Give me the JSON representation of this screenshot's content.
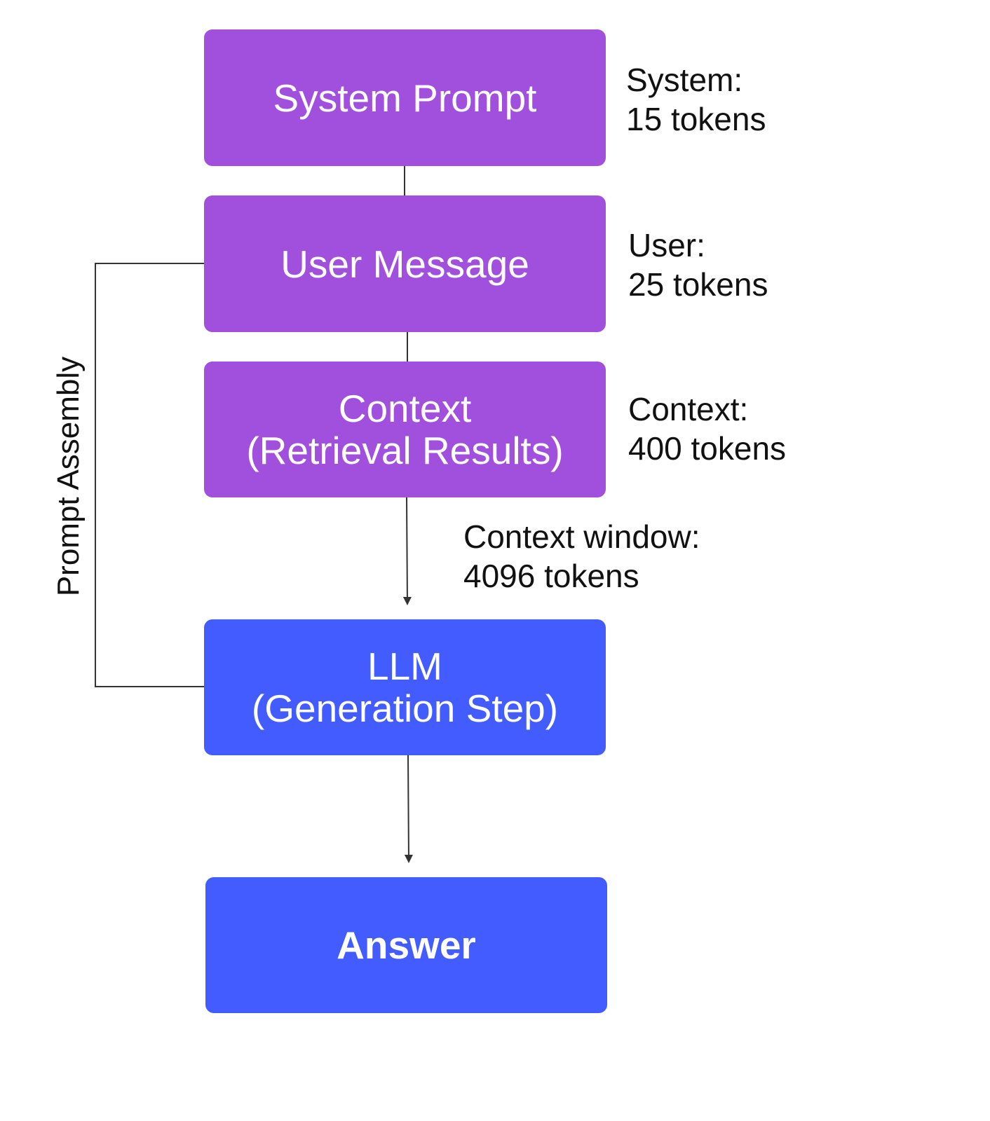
{
  "colors": {
    "prompt_box": "#a050dc",
    "llm_box": "#425cff",
    "lines": "#333333"
  },
  "boxes": {
    "system_prompt": {
      "lines": [
        "System Prompt"
      ]
    },
    "user_message": {
      "lines": [
        "User Message"
      ]
    },
    "context": {
      "lines": [
        "Context",
        "(Retrieval Results)"
      ]
    },
    "llm": {
      "lines": [
        "LLM",
        "(Generation Step)"
      ]
    },
    "answer": {
      "lines": [
        "Answer"
      ]
    }
  },
  "notes": {
    "system": [
      "System:",
      "15 tokens"
    ],
    "user": [
      "User:",
      "25 tokens"
    ],
    "context": [
      "Context:",
      "400 tokens"
    ],
    "context_window": [
      "Context window:",
      "4096 tokens"
    ]
  },
  "bracket_label": "Prompt Assembly"
}
